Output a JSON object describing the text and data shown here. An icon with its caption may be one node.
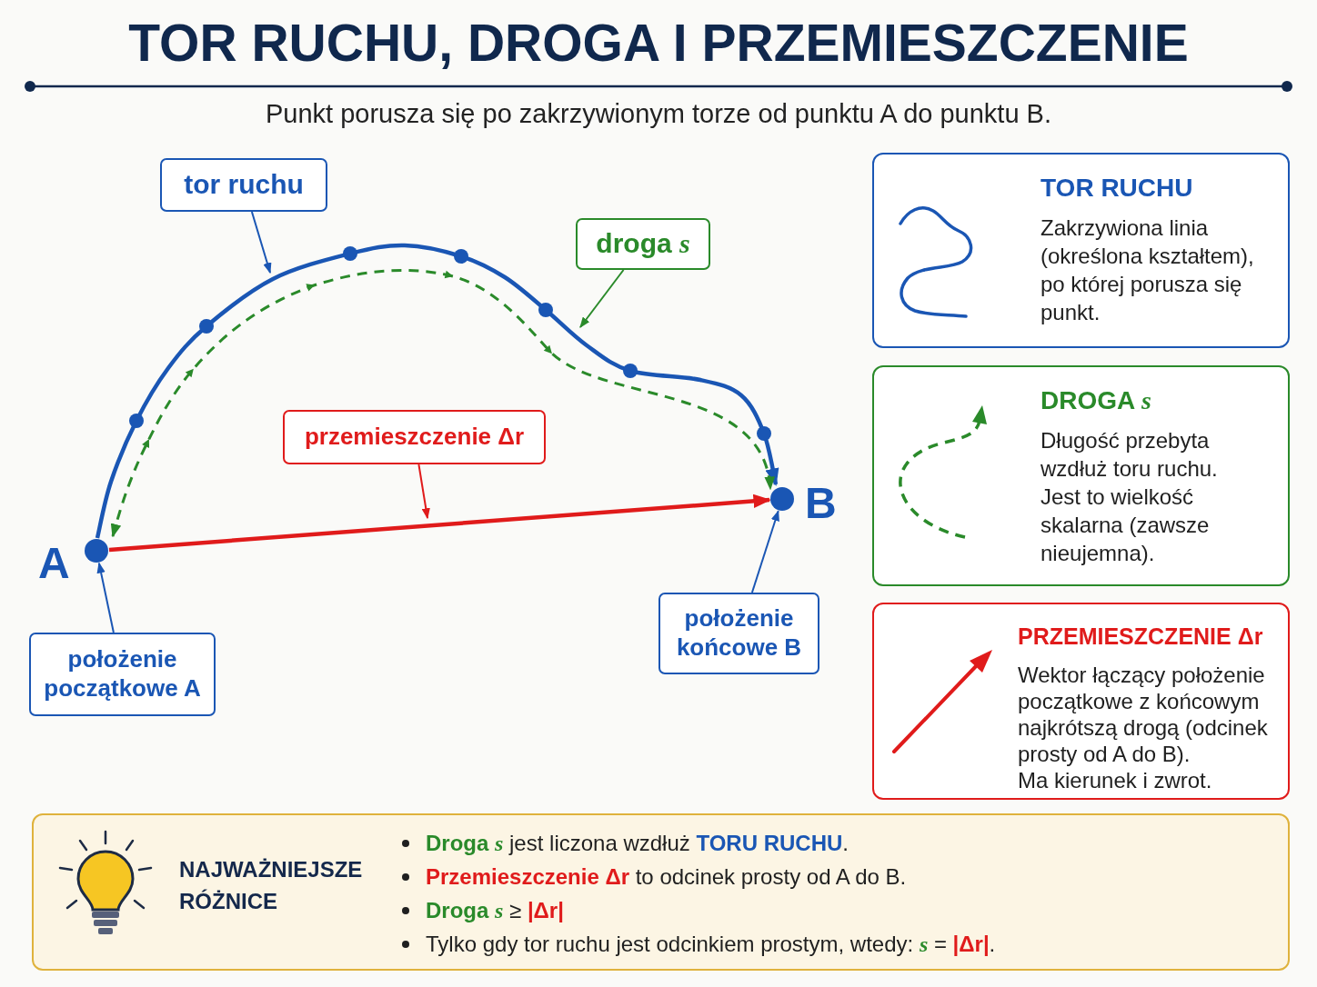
{
  "diagram": {
    "title": "TOR RUCHU, DROGA I PRZEMIESZCZENIE",
    "nodes": [
      {
        "text": [
          "tor ruchu"
        ]
      },
      {
        "text": [
          "droga *s*"
        ]
      },
      {
        "text": [
          "przemieszczenie Δr"
        ]
      },
      {
        "text": [],
        "shape": "circle",
        "beside": [
          "A"
        ]
      },
      {
        "text": [],
        "shape": "circle",
        "beside": [
          "B"
        ]
      },
      {
        "text": [
          "położenie początkowe A"
        ]
      },
      {
        "text": [
          "położenie końcowe B"
        ]
      },
      {
        "text": [
          "TOR RUCHU",
          "Zakrzywiona linia (określona kształtem), po której porusza się punkt."
        ]
      },
      {
        "text": [
          "DROGA *s*",
          "Długość przebyta wzdłuż toru ruchu. Jest to wielkość skalarna (zawsze nieujemna)."
        ]
      },
      {
        "text": [
          "PRZEMIESZCZENIE Δr",
          "Wektor łączący położenie początkowe z końcowym najkrótszą drogą (odcinek prosty od A do B).",
          "Ma kierunek i zwrot."
        ]
      },
      {
        "text": [
          "NAJWAŻNIEJSZE RÓŻNICE",
          "**Droga** *s* jest liczona wzdłuż **TORU RUCHU**.",
          "**Przemieszczenie Δr** to odcinek prosty od A do B.",
          "**Droga** *s* ≥ **|Δr|**",
          "Tylko gdy tor ruchu jest odcinkiem prostym, wtedy: *s* = **|Δr|**."
        ]
      }
    ],
    "edges": [
      {
        "from": 3,
        "to": 4,
        "arrow": "to",
        "style": "thick"
      },
      {
        "from": 3,
        "to": 4,
        "arrow": "both",
        "style": "dashed",
        "color": "#2a8a2a"
      },
      {
        "from": 3,
        "to": 4,
        "arrow": "to",
        "style": "thick",
        "color": "#e01b1b"
      },
      {
        "from": 0,
        "to": null,
        "arrow": "to"
      },
      {
        "from": 1,
        "to": null,
        "arrow": "to",
        "color": "#2a8a2a"
      },
      {
        "from": 2,
        "to": null,
        "arrow": "to",
        "color": "#e01b1b"
      },
      {
        "from": 5,
        "to": 3,
        "arrow": "to"
      },
      {
        "from": 6,
        "to": 4,
        "arrow": "to"
      }
    ],
    "labels": [
      "Punkt porusza się po zakrzywionym torze od punktu A do punktu B."
    ]
  }
}
